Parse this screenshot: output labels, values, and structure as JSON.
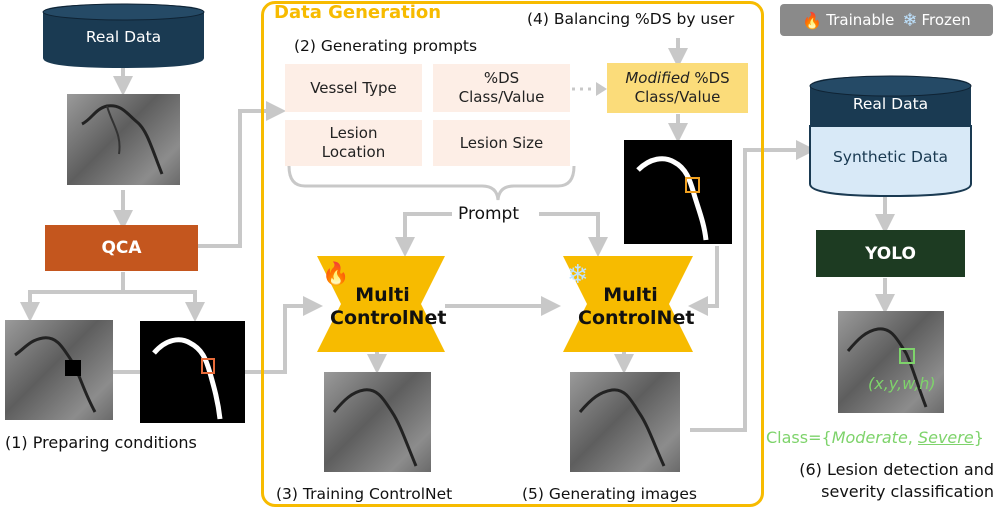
{
  "badges": {
    "trainable": "Trainable",
    "frozen": "Frozen"
  },
  "left": {
    "real_data": "Real Data",
    "qca": "QCA",
    "step1": "(1) Preparing conditions"
  },
  "center": {
    "title": "Data Generation",
    "step2": "(2) Generating prompts",
    "step3": "(3) Training ControlNet",
    "step4": "(4) Balancing %DS by user",
    "step5": "(5) Generating images",
    "prompt_boxes": {
      "vessel_type": "Vessel Type",
      "ds_line1": "%DS",
      "ds_line2": "Class/Value",
      "lesion_loc_line1": "Lesion",
      "lesion_loc_line2": "Location",
      "lesion_size": "Lesion Size",
      "modified_italic": "Modified",
      "modified_rest": " %DS",
      "modified_line2": "Class/Value"
    },
    "prompt_label": "Prompt",
    "controlnet_line1": "Multi",
    "controlnet_line2": "ControlNet"
  },
  "right": {
    "real_data": "Real Data",
    "synthetic_data": "Synthetic Data",
    "yolo": "YOLO",
    "bbox": "(x,y,w,h)",
    "class_prefix": "Class={",
    "class_moderate": "Moderate",
    "class_sep": ", ",
    "class_severe": "Severe",
    "class_suffix": "}",
    "step6_line1": "(6) Lesion detection and",
    "step6_line2": "severity classification"
  },
  "colors": {
    "dark_navy": "#1a3a52",
    "qca_orange": "#c4561e",
    "gold": "#f7bb00",
    "pale_yellow": "#fbdc7a",
    "pale_peach": "#fdeee6",
    "db_light_blue": "#d8e9f7",
    "yolo_green": "#1d3b22",
    "bbox_green": "#7ed36b",
    "arrow_gray": "#c8c8c8"
  }
}
